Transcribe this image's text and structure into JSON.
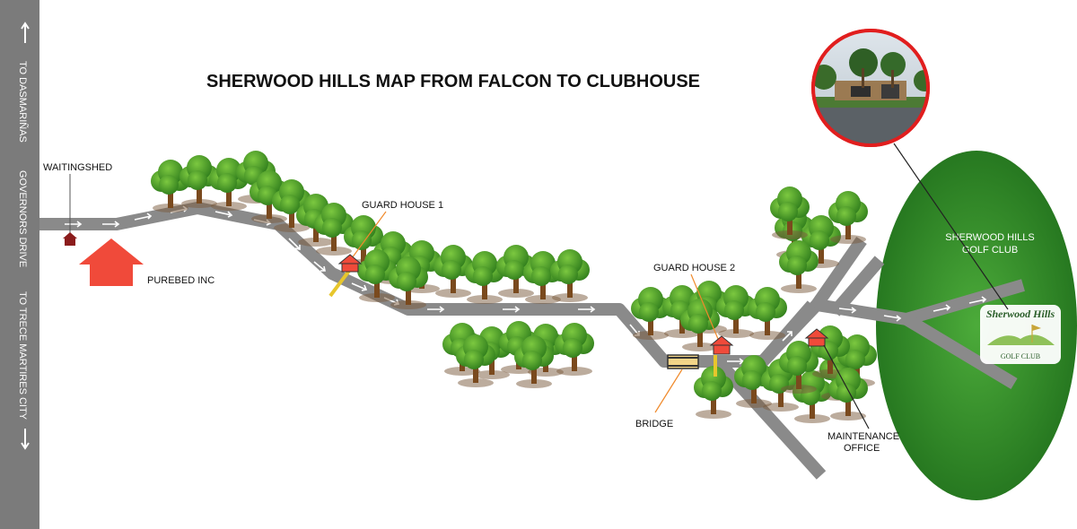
{
  "title": "SHERWOOD HILLS MAP FROM FALCON TO CLUBHOUSE",
  "road_labels": {
    "north": "TO DASMARIÑAS",
    "main": "GOVERNORS DRIVE",
    "south": "TO TRECE MARTIRES CITY"
  },
  "places": {
    "waitingshed": "WAITINGSHED",
    "purebed": "PUREBED INC",
    "guard_house_1": "GUARD HOUSE 1",
    "guard_house_2": "GUARD HOUSE 2",
    "bridge": "BRIDGE",
    "maintenance_line1": "MAINTENANCE",
    "maintenance_line2": "OFFICE",
    "club_line1": "SHERWOOD HILLS",
    "club_line2": "GOLF CLUB"
  },
  "logo": {
    "name": "Sherwood Hills",
    "sub": "GOLF CLUB"
  },
  "colors": {
    "road": "#8a8a8a",
    "main_road": "#7b7b7b",
    "house": "#f04a3a",
    "waitingshed": "#8b1c1c",
    "golf_green": "#2f8f2a",
    "leaf": "#3f9b26",
    "trunk": "#7a4a1e"
  }
}
